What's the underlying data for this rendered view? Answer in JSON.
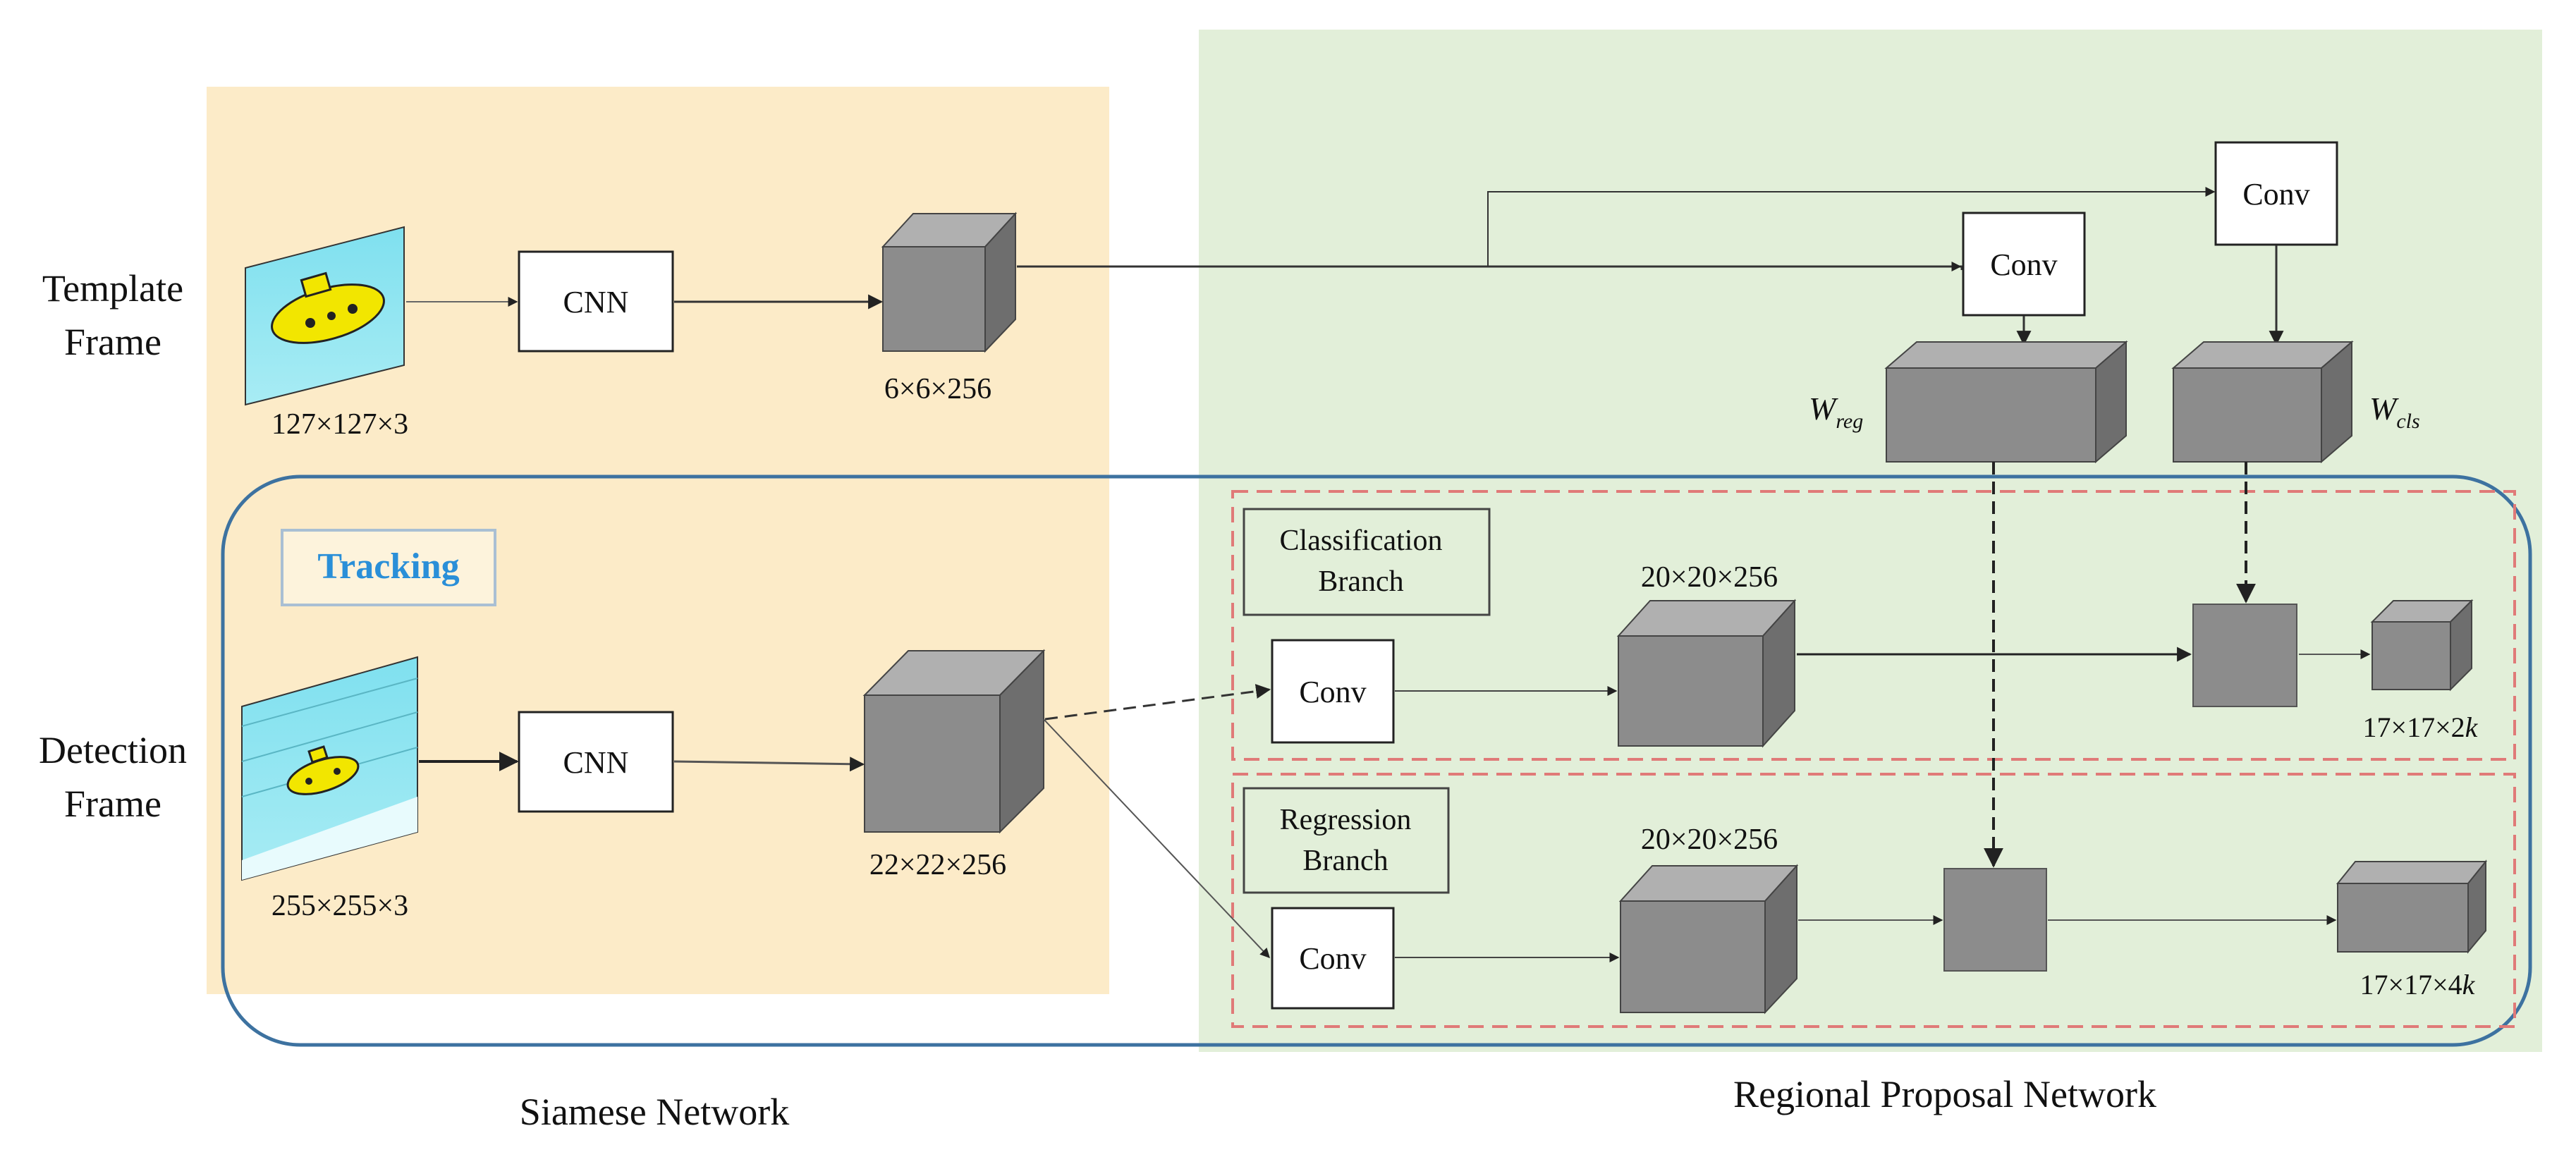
{
  "colors": {
    "siamese_bg": "#fcebc8",
    "rpn_bg": "#e2efd9",
    "tracking_outline": "#3d72a0",
    "dashed_branch": "#e07a78",
    "cube_front": "#8c8c8c",
    "cube_top": "#b0b0b0",
    "cube_side": "#6e6e6e",
    "tracking_text": "#2a8fd8"
  },
  "left_labels": {
    "template_line1": "Template",
    "template_line2": "Frame",
    "detection_line1": "Detection",
    "detection_line2": "Frame"
  },
  "inputs": {
    "template_size": "127×127×3",
    "detection_size": "255×255×3"
  },
  "siamese": {
    "template_cnn": "CNN",
    "detection_cnn": "CNN",
    "template_feature_size": "6×6×256",
    "detection_feature_size": "22×22×256",
    "tracking_label": "Tracking",
    "footer": "Siamese Network"
  },
  "rpn": {
    "conv_reg_top": "Conv",
    "conv_cls_top": "Conv",
    "w_reg": "W",
    "w_reg_sub": "reg",
    "w_cls": "W",
    "w_cls_sub": "cls",
    "classification_line1": "Classification",
    "classification_line2": "Branch",
    "regression_line1": "Regression",
    "regression_line2": "Branch",
    "conv_cls": "Conv",
    "conv_reg": "Conv",
    "cls_feature_size": "20×20×256",
    "reg_feature_size": "20×20×256",
    "cls_output_prefix": "17×17×2",
    "reg_output_prefix": "17×17×4",
    "output_k": "k",
    "footer": "Regional Proposal Network"
  },
  "icons": {
    "template_image": "yellow-submarine-image",
    "detection_image": "yellow-submarine-image"
  }
}
